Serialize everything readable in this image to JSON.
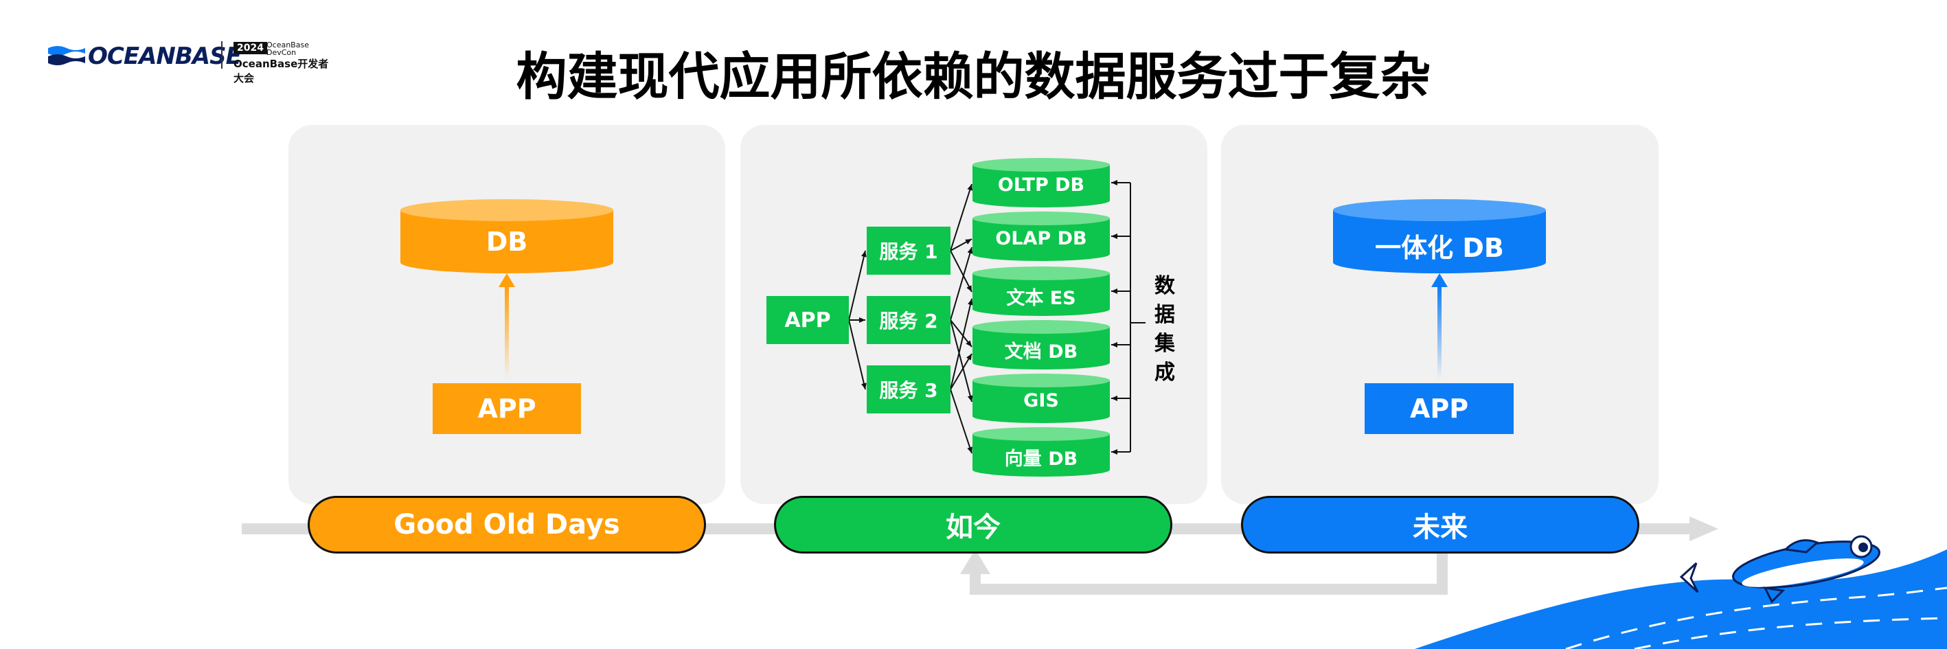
{
  "header": {
    "logo_text": "OCEANBASE",
    "devcon_year": "2024",
    "devcon_line1": "OceanBase",
    "devcon_line2": "DevCon",
    "devcon_name": "OceanBase开发者大会"
  },
  "title": "构建现代应用所依赖的数据服务过于复杂",
  "panels": {
    "past": {
      "db_label": "DB",
      "app_label": "APP",
      "pill_label": "Good Old Days"
    },
    "now": {
      "app_label": "APP",
      "services": [
        "服务 1",
        "服务 2",
        "服务 3"
      ],
      "databases": [
        "OLTP DB",
        "OLAP DB",
        "文本 ES",
        "文档 DB",
        "GIS",
        "向量 DB"
      ],
      "integration_label": [
        "数",
        "据",
        "集",
        "成"
      ],
      "pill_label": "如今"
    },
    "future": {
      "db_label": "一体化 DB",
      "app_label": "APP",
      "pill_label": "未来"
    }
  },
  "colors": {
    "orange": "#FF9F0A",
    "green": "#0DC54C",
    "blue": "#0B7CF5",
    "panel_bg": "#F1F1F1",
    "timeline": "#DCDCDC",
    "navy": "#0A1F5C"
  },
  "decoration": {
    "mascot": "fish-mascot-icon",
    "wave": "wave-decoration"
  }
}
